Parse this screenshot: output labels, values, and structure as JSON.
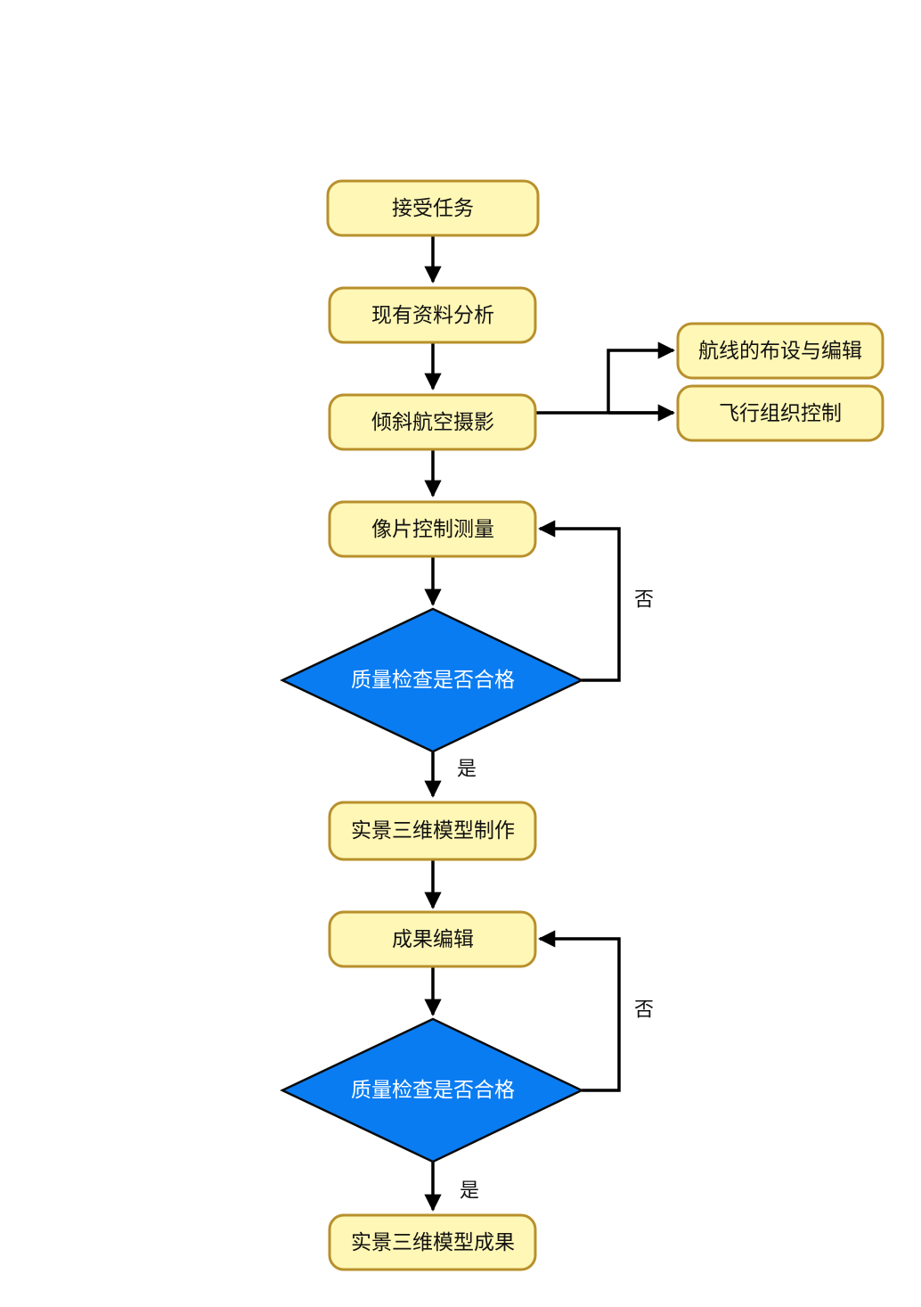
{
  "nodes": {
    "start": "接受任务",
    "analysis": "现有资料分析",
    "oblique": "倾斜航空摄影",
    "route_design": "航线的布设与编辑",
    "flight_control": "飞行组织控制",
    "control_survey": "像片控制测量",
    "qc1": "质量检查是否合格",
    "modeling": "实景三维模型制作",
    "editing": "成果编辑",
    "qc2": "质量检查是否合格",
    "result": "实景三维模型成果"
  },
  "labels": {
    "no1": "否",
    "yes1": "是",
    "no2": "否",
    "yes2": "是"
  },
  "colors": {
    "box_fill": "#fff7b5",
    "box_border": "#b8902c",
    "diamond_fill": "#0a7cf2",
    "edge": "#000000"
  }
}
